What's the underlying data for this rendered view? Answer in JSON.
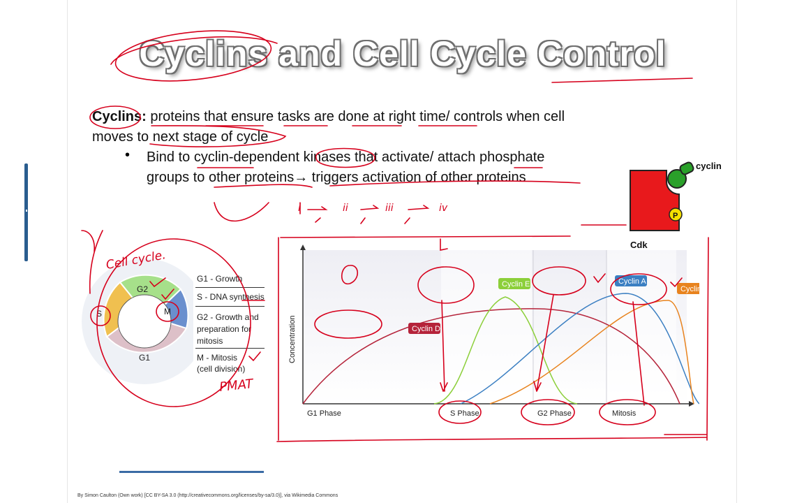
{
  "slide": {
    "title": "Cyclins and Cell Cycle Control",
    "line1_term": "Cyclins:",
    "line1_rest": " proteins that ensure tasks are done at right time/ controls when cell",
    "line2": "moves to next stage of cycle",
    "bullet": "•",
    "line3": "Bind to cyclin-dependent kinases that activate/ attach phosphate",
    "line4": "groups to other proteins→ triggers activation of other proteins"
  },
  "cycle_diagram": {
    "segments": [
      {
        "label": "G2",
        "color": "#a6e08a"
      },
      {
        "label": "S",
        "color": "#f0c050"
      },
      {
        "label": "M",
        "color": "#6a8fce"
      },
      {
        "label": "G1",
        "color": "#ddc0c8"
      }
    ],
    "legend": [
      {
        "lines": [
          "G1 - Growth"
        ]
      },
      {
        "lines": [
          "S - DNA synthesis"
        ]
      },
      {
        "lines": [
          "G2 - Growth and",
          "preparation for",
          "mitosis"
        ]
      },
      {
        "lines": [
          "M - Mitosis",
          "(cell division)"
        ]
      }
    ]
  },
  "cdk_diagram": {
    "cdk_label": "Cdk",
    "cyclin_label": "cyclin",
    "phosphate_label": "P",
    "cdk_color": "#e8191c",
    "cyclin_color": "#2aa02a",
    "phosphate_color": "#f5e000"
  },
  "chart_data": {
    "type": "line",
    "ylabel": "Concentration",
    "xlabel": "",
    "phases": [
      "G1 Phase",
      "S Phase",
      "G2 Phase",
      "Mitosis"
    ],
    "series": [
      {
        "name": "Cyclin D",
        "color": "#b5233a"
      },
      {
        "name": "Cyclin E",
        "color": "#8ccf3a"
      },
      {
        "name": "Cyclin A",
        "color": "#3b7fc2"
      },
      {
        "name": "Cyclin B",
        "color": "#e8831e"
      }
    ]
  },
  "annotations": {
    "cell_cycle_note": "Cell cycle.",
    "pmat_note": "PMAT",
    "stage_marks": [
      "i",
      "ii",
      "iii",
      "iv"
    ]
  },
  "credit": "By Simon Caulton (Own work) [CC BY-SA 3.0 (http://creativecommons.org/licenses/by-sa/3.0)], via Wikimedia Commons",
  "colors": {
    "ink": "#d6001c",
    "title_outline": "#6e6e6e",
    "scrollbar": "#2a5d8f"
  }
}
